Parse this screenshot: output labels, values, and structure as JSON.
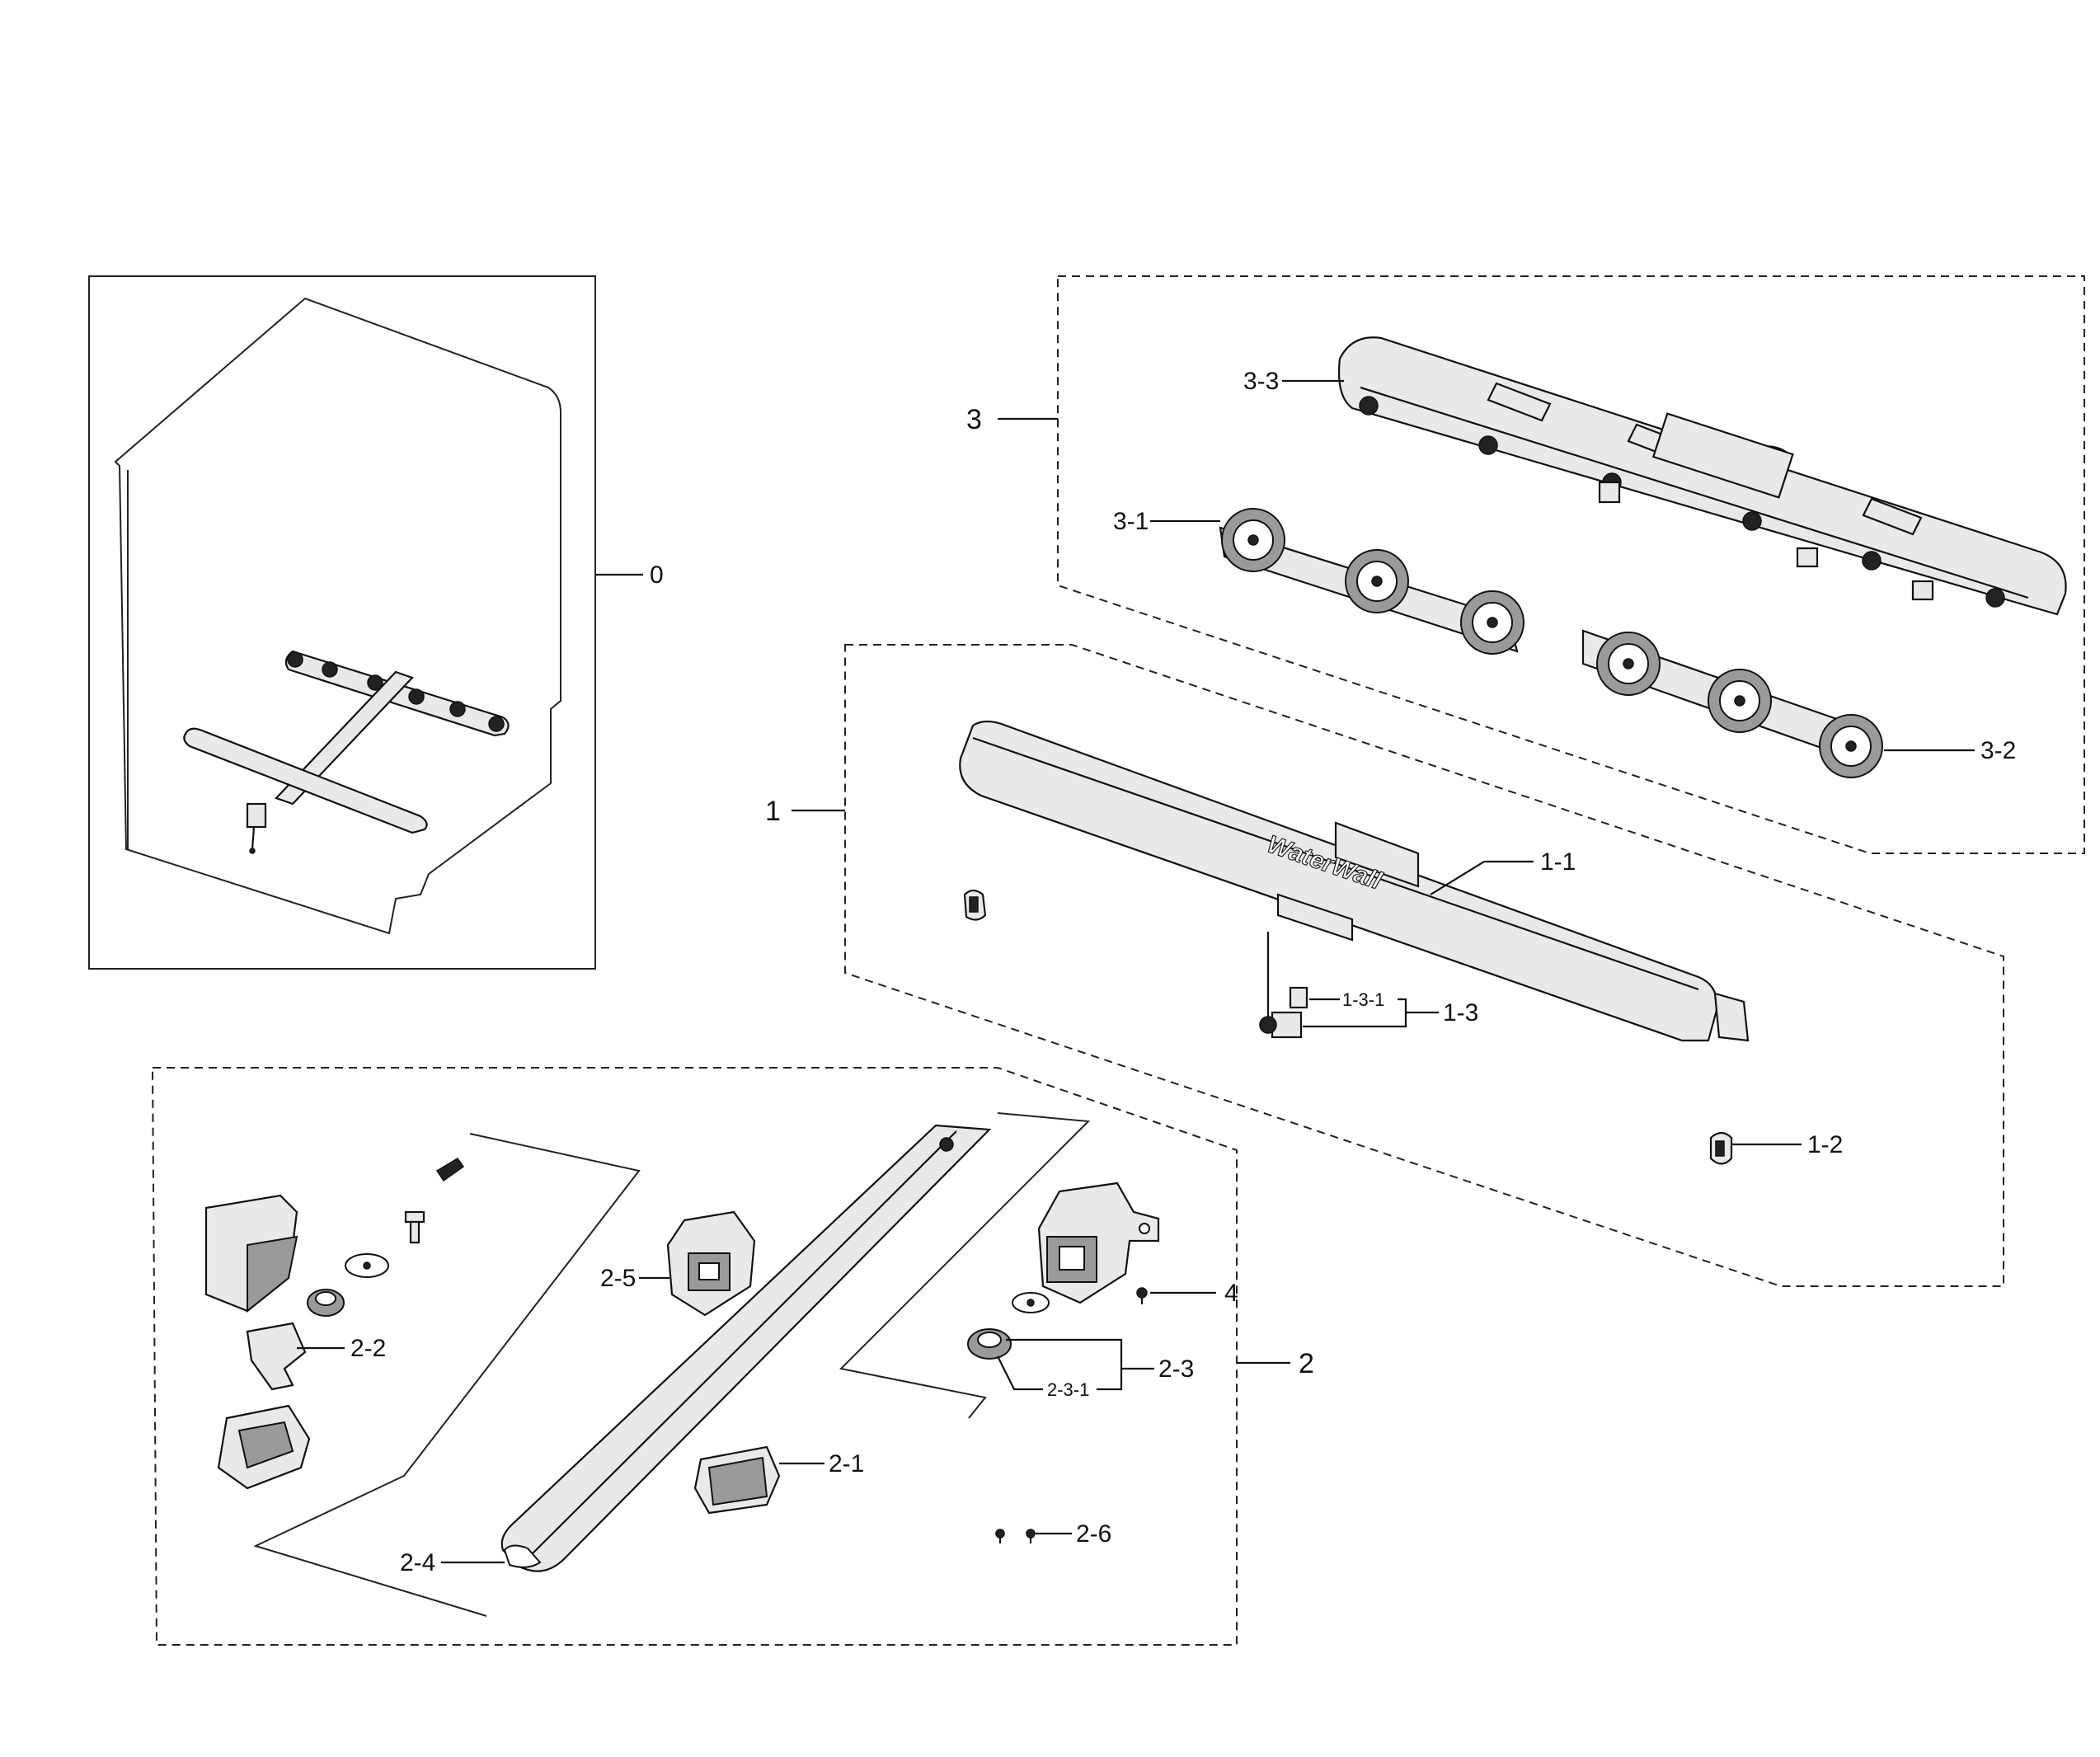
{
  "callouts": {
    "c0": "0",
    "c1": "1",
    "c1_1": "1-1",
    "c1_2": "1-2",
    "c1_3": "1-3",
    "c1_3_1": "1-3-1",
    "c2": "2",
    "c2_1": "2-1",
    "c2_2": "2-2",
    "c2_3": "2-3",
    "c2_3_1": "2-3-1",
    "c2_4": "2-4",
    "c2_5": "2-5",
    "c2_6": "2-6",
    "c3": "3",
    "c3_1": "3-1",
    "c3_2": "3-2",
    "c3_3": "3-3",
    "c4": "4"
  },
  "logo_text": "WaterWall"
}
